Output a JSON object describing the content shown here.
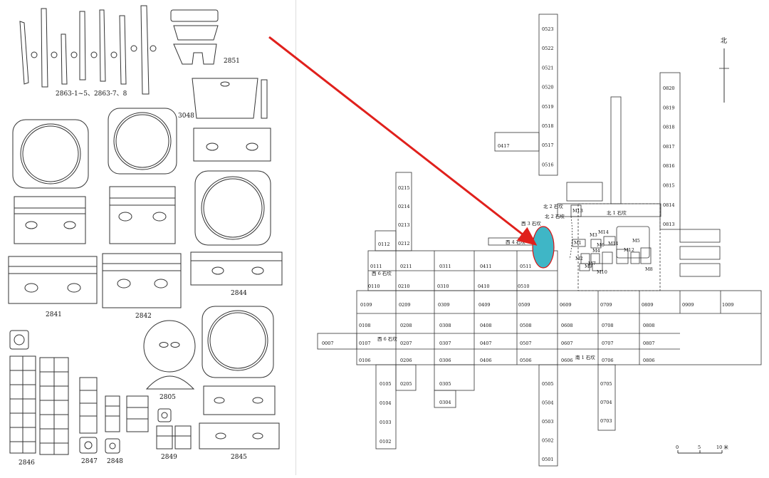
{
  "artifacts": {
    "labels": {
      "a2863": "2863-1~5、2863-7、8",
      "a2851": "2851",
      "a3048": "3048",
      "a2841": "2841",
      "a2842": "2842",
      "a2844": "2844",
      "a2805": "2805",
      "a2846": "2846",
      "a2847": "2847",
      "a2848": "2848",
      "a2849": "2849",
      "a2845": "2845"
    }
  },
  "plan": {
    "north_label": "北",
    "scale": {
      "zero": "0",
      "mid": "5",
      "end": "10 米"
    },
    "column_05": [
      "0523",
      "0522",
      "0521",
      "0520",
      "0519",
      "0518",
      "0517",
      "0516"
    ],
    "column_08": [
      "0820",
      "0819",
      "0818",
      "0817",
      "0816",
      "0815",
      "0814",
      "0813"
    ],
    "column_02_top": [
      "0215",
      "0214",
      "0213",
      "0212"
    ],
    "grid_row_11": [
      "0111",
      "0211",
      "0311",
      "0411",
      "0511"
    ],
    "grid_row_10": [
      "0110",
      "0210",
      "0310",
      "0410",
      "0510"
    ],
    "grid_row_09": [
      "0109",
      "0209",
      "0309",
      "0409",
      "0509",
      "0609",
      "0709",
      "0809",
      "0909",
      "1009"
    ],
    "grid_row_08": [
      "0108",
      "0208",
      "0308",
      "0408",
      "0508",
      "0608",
      "0708",
      "0808"
    ],
    "grid_row_07": [
      "0007",
      "0107",
      "0207",
      "0307",
      "0407",
      "0507",
      "0607",
      "0707",
      "0807"
    ],
    "grid_row_06": [
      "0106",
      "0206",
      "0306",
      "0406",
      "0506",
      "0606",
      "0706",
      "0806"
    ],
    "column_01_bottom": [
      "0105",
      "0104",
      "0103",
      "0102"
    ],
    "column_05_bottom": [
      "0505",
      "0504",
      "0503",
      "0502",
      "0501"
    ],
    "column_07_bottom": [
      "0705",
      "0704",
      "0703"
    ],
    "misc": {
      "c0112": "0112",
      "c0417": "0417",
      "c0205": "0205",
      "c0305": "0305",
      "c0304": "0304"
    },
    "trench_labels": {
      "north1": "北 1 石坎",
      "north2": "北 2 石坎",
      "west3": "西 3 石坎",
      "west4": "西 4 石坎",
      "west6a": "西 6 石坎",
      "west6b": "西 6 石坎",
      "south1": "南 1 石坎"
    },
    "tombs": [
      "M1",
      "M2",
      "M3",
      "M4",
      "M5",
      "M6",
      "M7",
      "M8",
      "M9",
      "M10",
      "M11",
      "M12",
      "M13",
      "M14"
    ]
  },
  "colors": {
    "arrow": "#e0201c",
    "highlight": "#3fb6c6",
    "line": "#333333"
  },
  "icons": [
    "north-arrow-icon",
    "scale-bar-icon",
    "red-arrow-icon"
  ]
}
